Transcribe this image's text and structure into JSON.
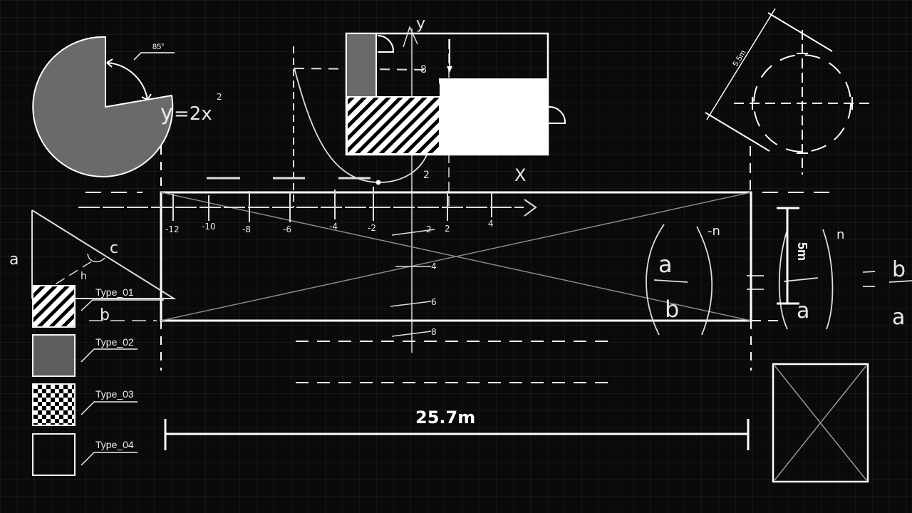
{
  "pie_diagram": {
    "angle_label": "85°",
    "fill_color": "#6a6a6a"
  },
  "equation_top": {
    "lhs": "y",
    "rhs": "=2x",
    "exponent": "2"
  },
  "floor_plan": {
    "y_axis_label": "y",
    "x_axis_label": "X",
    "tick_labels": [
      "8",
      "4",
      "4",
      "2"
    ]
  },
  "circle_diagram": {
    "dimension_label": "5.5m"
  },
  "number_axis": {
    "ticks": [
      "-12",
      "-10",
      "-8",
      "-6",
      "-4",
      "-2",
      "2",
      "4"
    ],
    "vertical_ticks": [
      "2",
      "4",
      "6",
      "8"
    ]
  },
  "triangle": {
    "side_a": "a",
    "side_b": "b",
    "side_c": "c",
    "height": "h"
  },
  "legend": {
    "items": [
      {
        "label": "Type_01",
        "pattern": "hatch"
      },
      {
        "label": "Type_02",
        "pattern": "solid-gray"
      },
      {
        "label": "Type_03",
        "pattern": "checker"
      },
      {
        "label": "Type_04",
        "pattern": "empty"
      }
    ]
  },
  "formula_right": {
    "left_num": "a",
    "left_den": "b",
    "left_exp": "-n",
    "eq1": "=",
    "mid_num": "b",
    "mid_den": "a",
    "mid_exp": "n",
    "eq2": "=",
    "right_num": "b",
    "right_den": "a"
  },
  "dimensions": {
    "width_label": "25.7m",
    "height_label": "5m"
  },
  "colors": {
    "background": "#0a0a0a",
    "line": "#ffffff",
    "fill_gray": "#6a6a6a"
  }
}
